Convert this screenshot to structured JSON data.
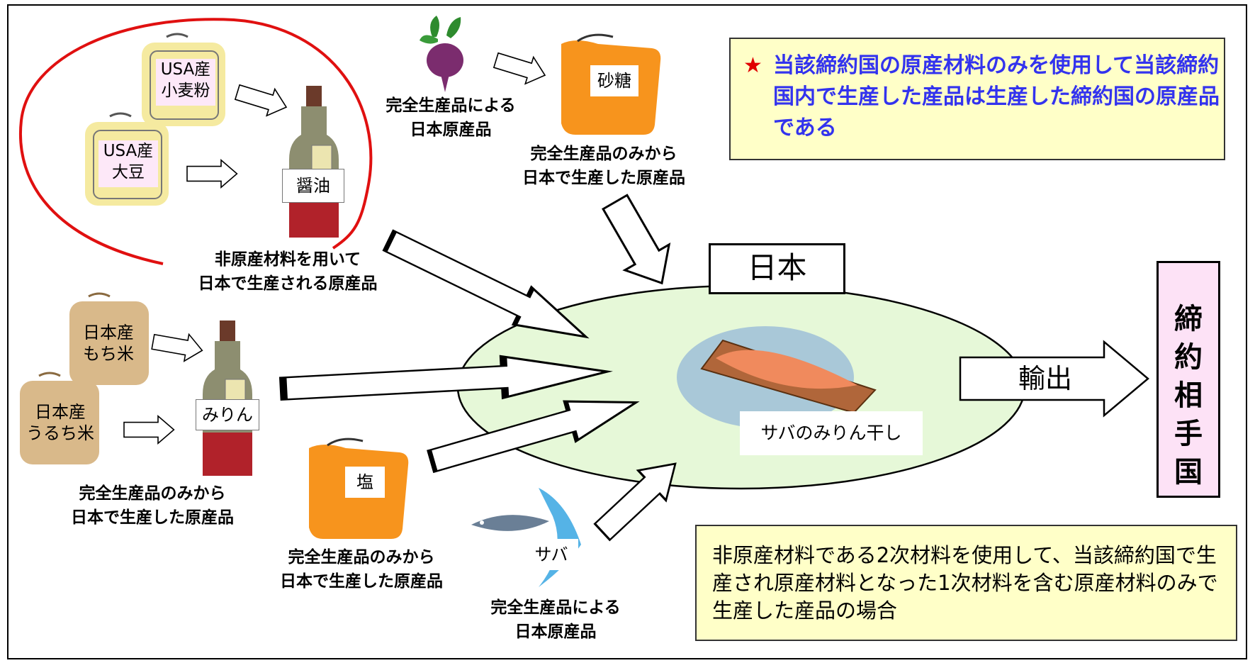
{
  "diagram": {
    "flour_tag": "USA産\n小麦粉",
    "soybean_tag": "USA産\n大豆",
    "soy_sauce_tag": "醤油",
    "soy_sauce_caption": "非原産材料を用いて\n日本で生産される原産品",
    "beet_caption": "完全生産品による\n日本原産品",
    "sugar_tag": "砂糖",
    "sugar_caption": "完全生産品のみから\n日本で生産した原産品",
    "mochi_rice_tag": "日本産\nもち米",
    "uruchi_rice_tag": "日本産\nうるち米",
    "mirin_tag": "みりん",
    "mirin_caption": "完全生産品のみから\n日本で生産した原産品",
    "salt_tag": "塩",
    "salt_caption": "完全生産品のみから\n日本で生産した原産品",
    "mackerel_tag": "サバ",
    "mackerel_caption": "完全生産品による\n日本原産品",
    "japan_label": "日本",
    "product_label": "サバのみりん干し",
    "export_label": "輸出",
    "partner_label": "締\n約\n相\n手\n国",
    "note_top_star": "★",
    "note_top": "当該締約国の原産材料のみを使用して当該締約国内で生産した産品は生産した締約国の原産品である",
    "note_bottom": "非原産材料である2次材料を使用して、当該締約国で生産され原産材料となった1次材料を含む原産材料のみで生産した産品の場合"
  },
  "colors": {
    "ellipse_fill": "#e6f8d8",
    "circle_outline": "#e01010",
    "note_fill": "#ffffc8",
    "note_top_text": "#3333ee",
    "star": "#e00000",
    "partner_fill": "#fde2f6",
    "bag_orange": "#f7941d",
    "bag_tan": "#d9b98a",
    "bag_yellow": "#f5eaa0"
  },
  "icons": [
    "beet-icon",
    "sugar-bag-icon",
    "flour-bag-icon",
    "soybean-bag-icon",
    "soy-sauce-bottle-icon",
    "mochi-rice-bag-icon",
    "uruchi-rice-bag-icon",
    "mirin-bottle-icon",
    "salt-bag-icon",
    "mackerel-icon",
    "dried-fish-plate-icon"
  ]
}
